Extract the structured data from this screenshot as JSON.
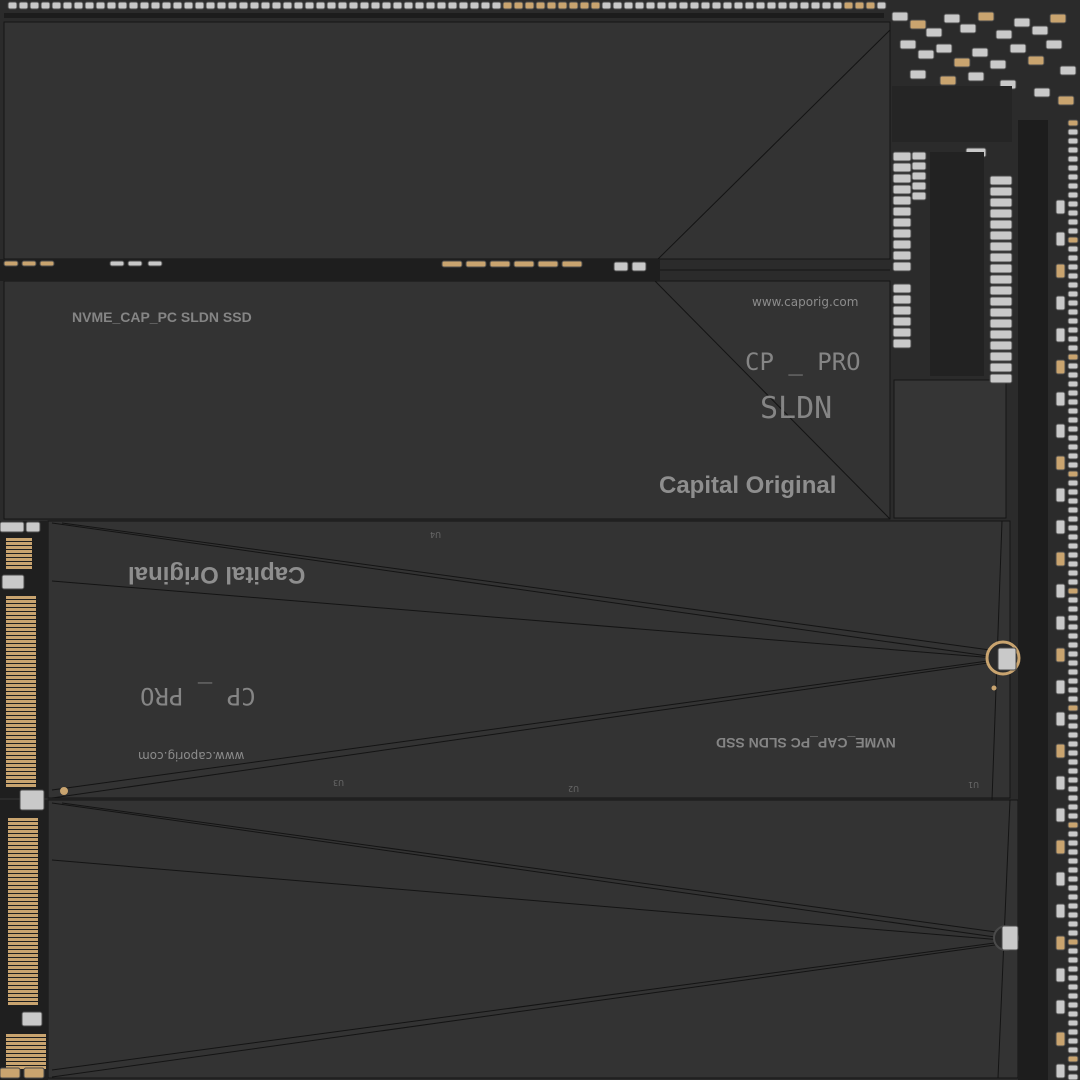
{
  "texture": {
    "upper_board": {
      "model_label": "NVME_CAP_PC SLDN SSD",
      "url": "www.caporig.com",
      "product_line_1": "CP _ PRO",
      "product_line_2": "SLDN",
      "brand": "Capital Original"
    },
    "lower_board_flipped": {
      "brand": "Capital Original",
      "product_line": "CP _ PRO",
      "url": "www.caporig.com",
      "model_label": "NVME_CAP_PC SLDN SSD",
      "silkscreen_refs": [
        "U4",
        "U3",
        "U2",
        "U1"
      ]
    },
    "colors": {
      "background": "#2b2b2b",
      "panel": "#333333",
      "outline": "#151515",
      "component_silver": "#c9c9c9",
      "contact_gold": "#c9a46f"
    }
  }
}
